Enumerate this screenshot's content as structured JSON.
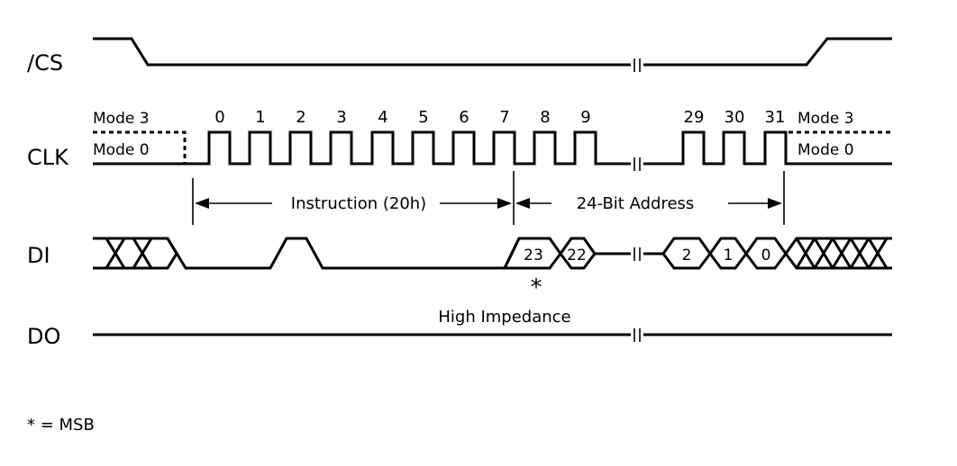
{
  "signals": {
    "cs": "/CS",
    "clk": "CLK",
    "di": "DI",
    "do": "DO"
  },
  "modes": {
    "mode3_left": "Mode 3",
    "mode0_left": "Mode 0",
    "mode3_right": "Mode 3",
    "mode0_right": "Mode 0"
  },
  "clock_numbers": [
    "0",
    "1",
    "2",
    "3",
    "4",
    "5",
    "6",
    "7",
    "8",
    "9",
    "29",
    "30",
    "31"
  ],
  "spans": {
    "instruction": "Instruction (20h)",
    "address": "24-Bit Address"
  },
  "di_cells": [
    "23",
    "22",
    "2",
    "1",
    "0"
  ],
  "msb_marker": "*",
  "high_impedance": "High Impedance",
  "legend": "* = MSB"
}
